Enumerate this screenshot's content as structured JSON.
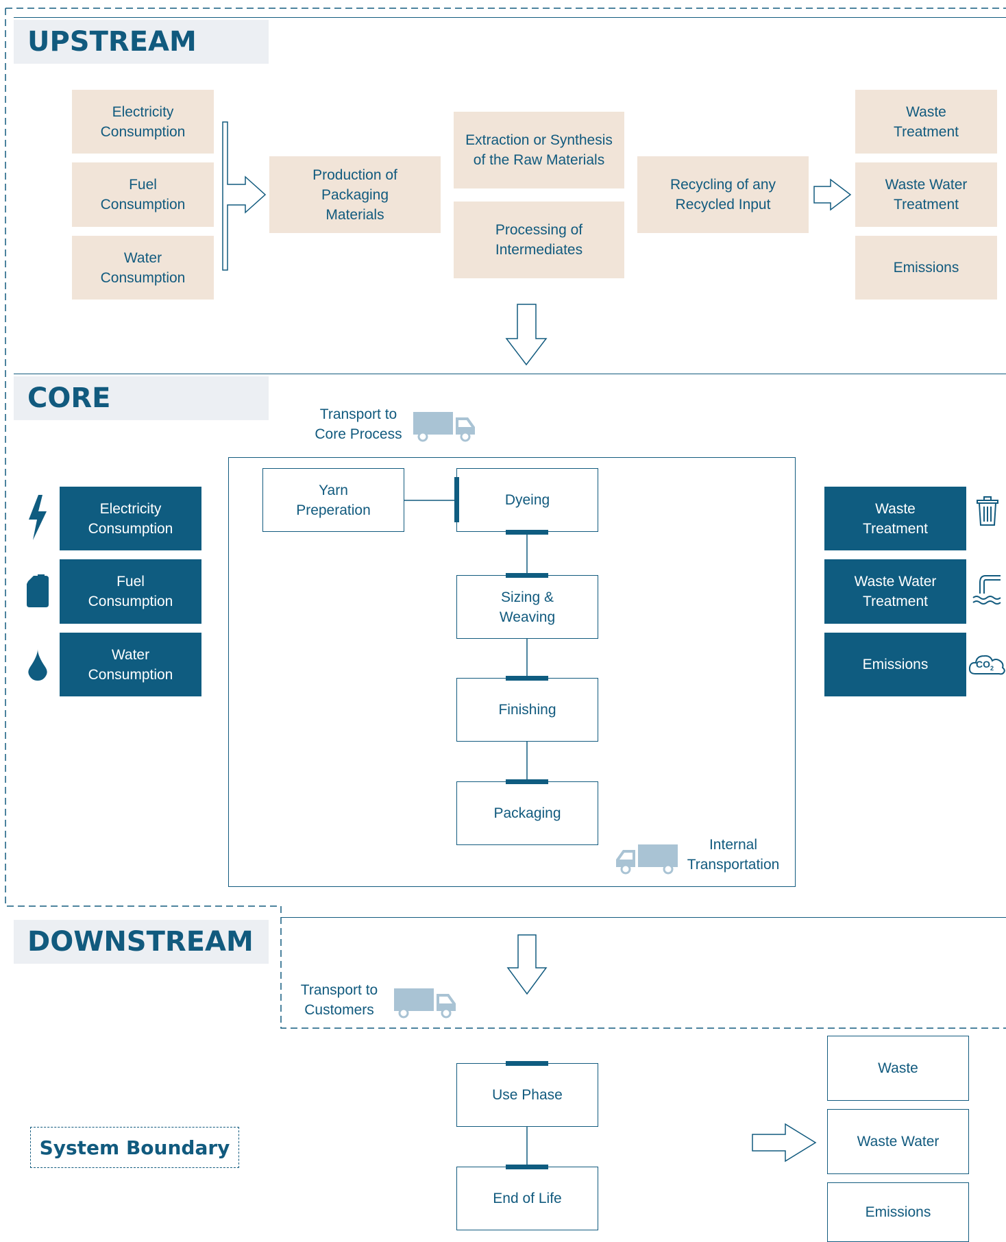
{
  "sections": {
    "upstream": "UPSTREAM",
    "core": "CORE",
    "downstream": "DOWNSTREAM"
  },
  "upstream": {
    "inputs": [
      "Electricity\nConsumption",
      "Fuel\nConsumption",
      "Water\nConsumption"
    ],
    "production": "Production of\nPackaging\nMaterials",
    "extraction": "Extraction or Synthesis\nof the Raw Materials",
    "processing": "Processing of\nIntermediates",
    "recycling": "Recycling of any\nRecycled Input",
    "outputs": [
      "Waste\nTreatment",
      "Waste Water\nTreatment",
      "Emissions"
    ]
  },
  "core": {
    "transport_in": "Transport to\nCore Process",
    "inputs": [
      {
        "label": "Electricity\nConsumption",
        "icon": "lightning-icon"
      },
      {
        "label": "Fuel\nConsumption",
        "icon": "fuel-can-icon"
      },
      {
        "label": "Water\nConsumption",
        "icon": "water-drop-icon"
      }
    ],
    "steps": {
      "yarn": "Yarn\nPreperation",
      "dyeing": "Dyeing",
      "sizing": "Sizing &\nWeaving",
      "finishing": "Finishing",
      "packaging": "Packaging"
    },
    "internal_transport": "Internal\nTransportation",
    "outputs": [
      {
        "label": "Waste\nTreatment",
        "icon": "trash-icon"
      },
      {
        "label": "Waste Water\nTreatment",
        "icon": "pipe-water-icon"
      },
      {
        "label": "Emissions",
        "icon": "co2-cloud-icon"
      }
    ],
    "co2": "CO",
    "co2_sub": "2"
  },
  "downstream": {
    "transport": "Transport to\nCustomers",
    "use_phase": "Use Phase",
    "end_of_life": "End of Life",
    "outputs": [
      "Waste",
      "Waste Water",
      "Emissions"
    ]
  },
  "legend": "System Boundary",
  "colors": {
    "primary": "#115a7e",
    "dark_box": "#0f5c80",
    "beige_box": "#f1e4d8",
    "truck": "#a9c3d4",
    "header_bg": "#eceff3"
  }
}
